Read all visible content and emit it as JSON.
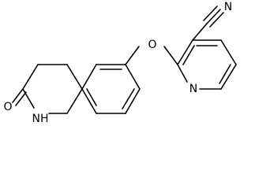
{
  "molecule": {
    "atoms": {
      "nitrile_n": "N",
      "ether_o": "O",
      "pyridine_n": "N",
      "carbonyl_o": "O",
      "amide_nh": "NH",
      "amide_nh_h": "H"
    }
  },
  "colors": {
    "bond": "#000000",
    "text": "#000000",
    "background": "#ffffff"
  }
}
